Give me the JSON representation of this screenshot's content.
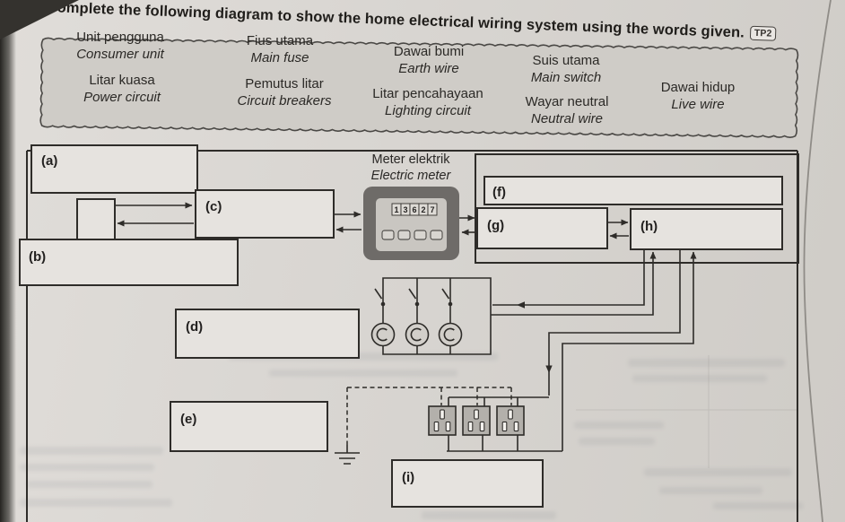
{
  "page": {
    "instruction": "Complete the following diagram to show the home electrical wiring system using the words given.",
    "badge": "TP2"
  },
  "word_bank": {
    "items": [
      {
        "malay": "Unit pengguna",
        "english": "Consumer unit"
      },
      {
        "malay": "Fius utama",
        "english": "Main fuse"
      },
      {
        "malay": "Dawai bumi",
        "english": "Earth wire"
      },
      {
        "malay": "Suis utama",
        "english": "Main switch"
      },
      {
        "malay": "Litar kuasa",
        "english": "Power circuit"
      },
      {
        "malay": "Pemutus litar",
        "english": "Circuit breakers"
      },
      {
        "malay": "Litar pencahayaan",
        "english": "Lighting circuit"
      },
      {
        "malay": "Wayar neutral",
        "english": "Neutral wire"
      },
      {
        "malay": "Dawai hidup",
        "english": "Live wire"
      }
    ]
  },
  "diagram": {
    "labels": {
      "a": "(a)",
      "b": "(b)",
      "c": "(c)",
      "d": "(d)",
      "e": "(e)",
      "f": "(f)",
      "g": "(g)",
      "h": "(h)",
      "i": "(i)"
    },
    "meter": {
      "label_malay": "Meter elektrik",
      "label_english": "Electric meter",
      "digits": [
        "1",
        "3",
        "6",
        "2",
        "7"
      ]
    }
  },
  "colors": {
    "ink": "#2e2c29",
    "page": "#d8d5d1",
    "box_fill": "#e6e3df",
    "bank_fill": "#cfccc7",
    "meter_body": "#6e6b68",
    "meter_panel": "#c9c6c1",
    "socket_fill": "#b3b0ab"
  }
}
